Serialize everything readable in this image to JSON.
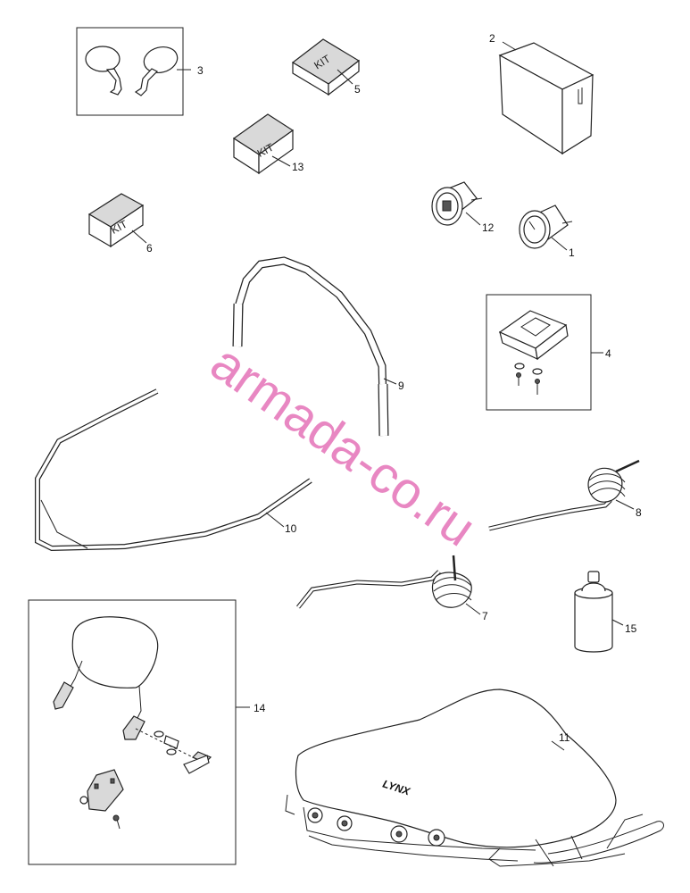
{
  "watermark": "armada-co.ru",
  "brand_label": "LYNX",
  "kit_label": "KIT",
  "callouts": {
    "c1": "1",
    "c2": "2",
    "c3": "3",
    "c4": "4",
    "c5": "5",
    "c6": "6",
    "c7": "7",
    "c8": "8",
    "c9": "9",
    "c10": "10",
    "c11": "11",
    "c12": "12",
    "c13": "13",
    "c14": "14",
    "c15": "15"
  },
  "colors": {
    "line": "#222222",
    "watermark": "#e472b7",
    "background": "#ffffff"
  }
}
